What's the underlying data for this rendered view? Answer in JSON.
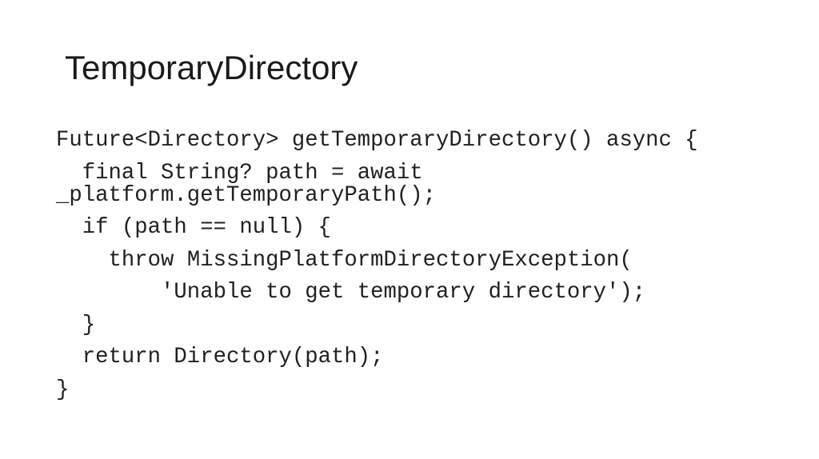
{
  "slide": {
    "title": "TemporaryDirectory",
    "code_lines": [
      "Future<Directory> getTemporaryDirectory() async {",
      "  final String? path = await _platform.getTemporaryPath();",
      "  if (path == null) {",
      "    throw MissingPlatformDirectoryException(",
      "        'Unable to get temporary directory');",
      "  }",
      "  return Directory(path);",
      "}"
    ]
  }
}
